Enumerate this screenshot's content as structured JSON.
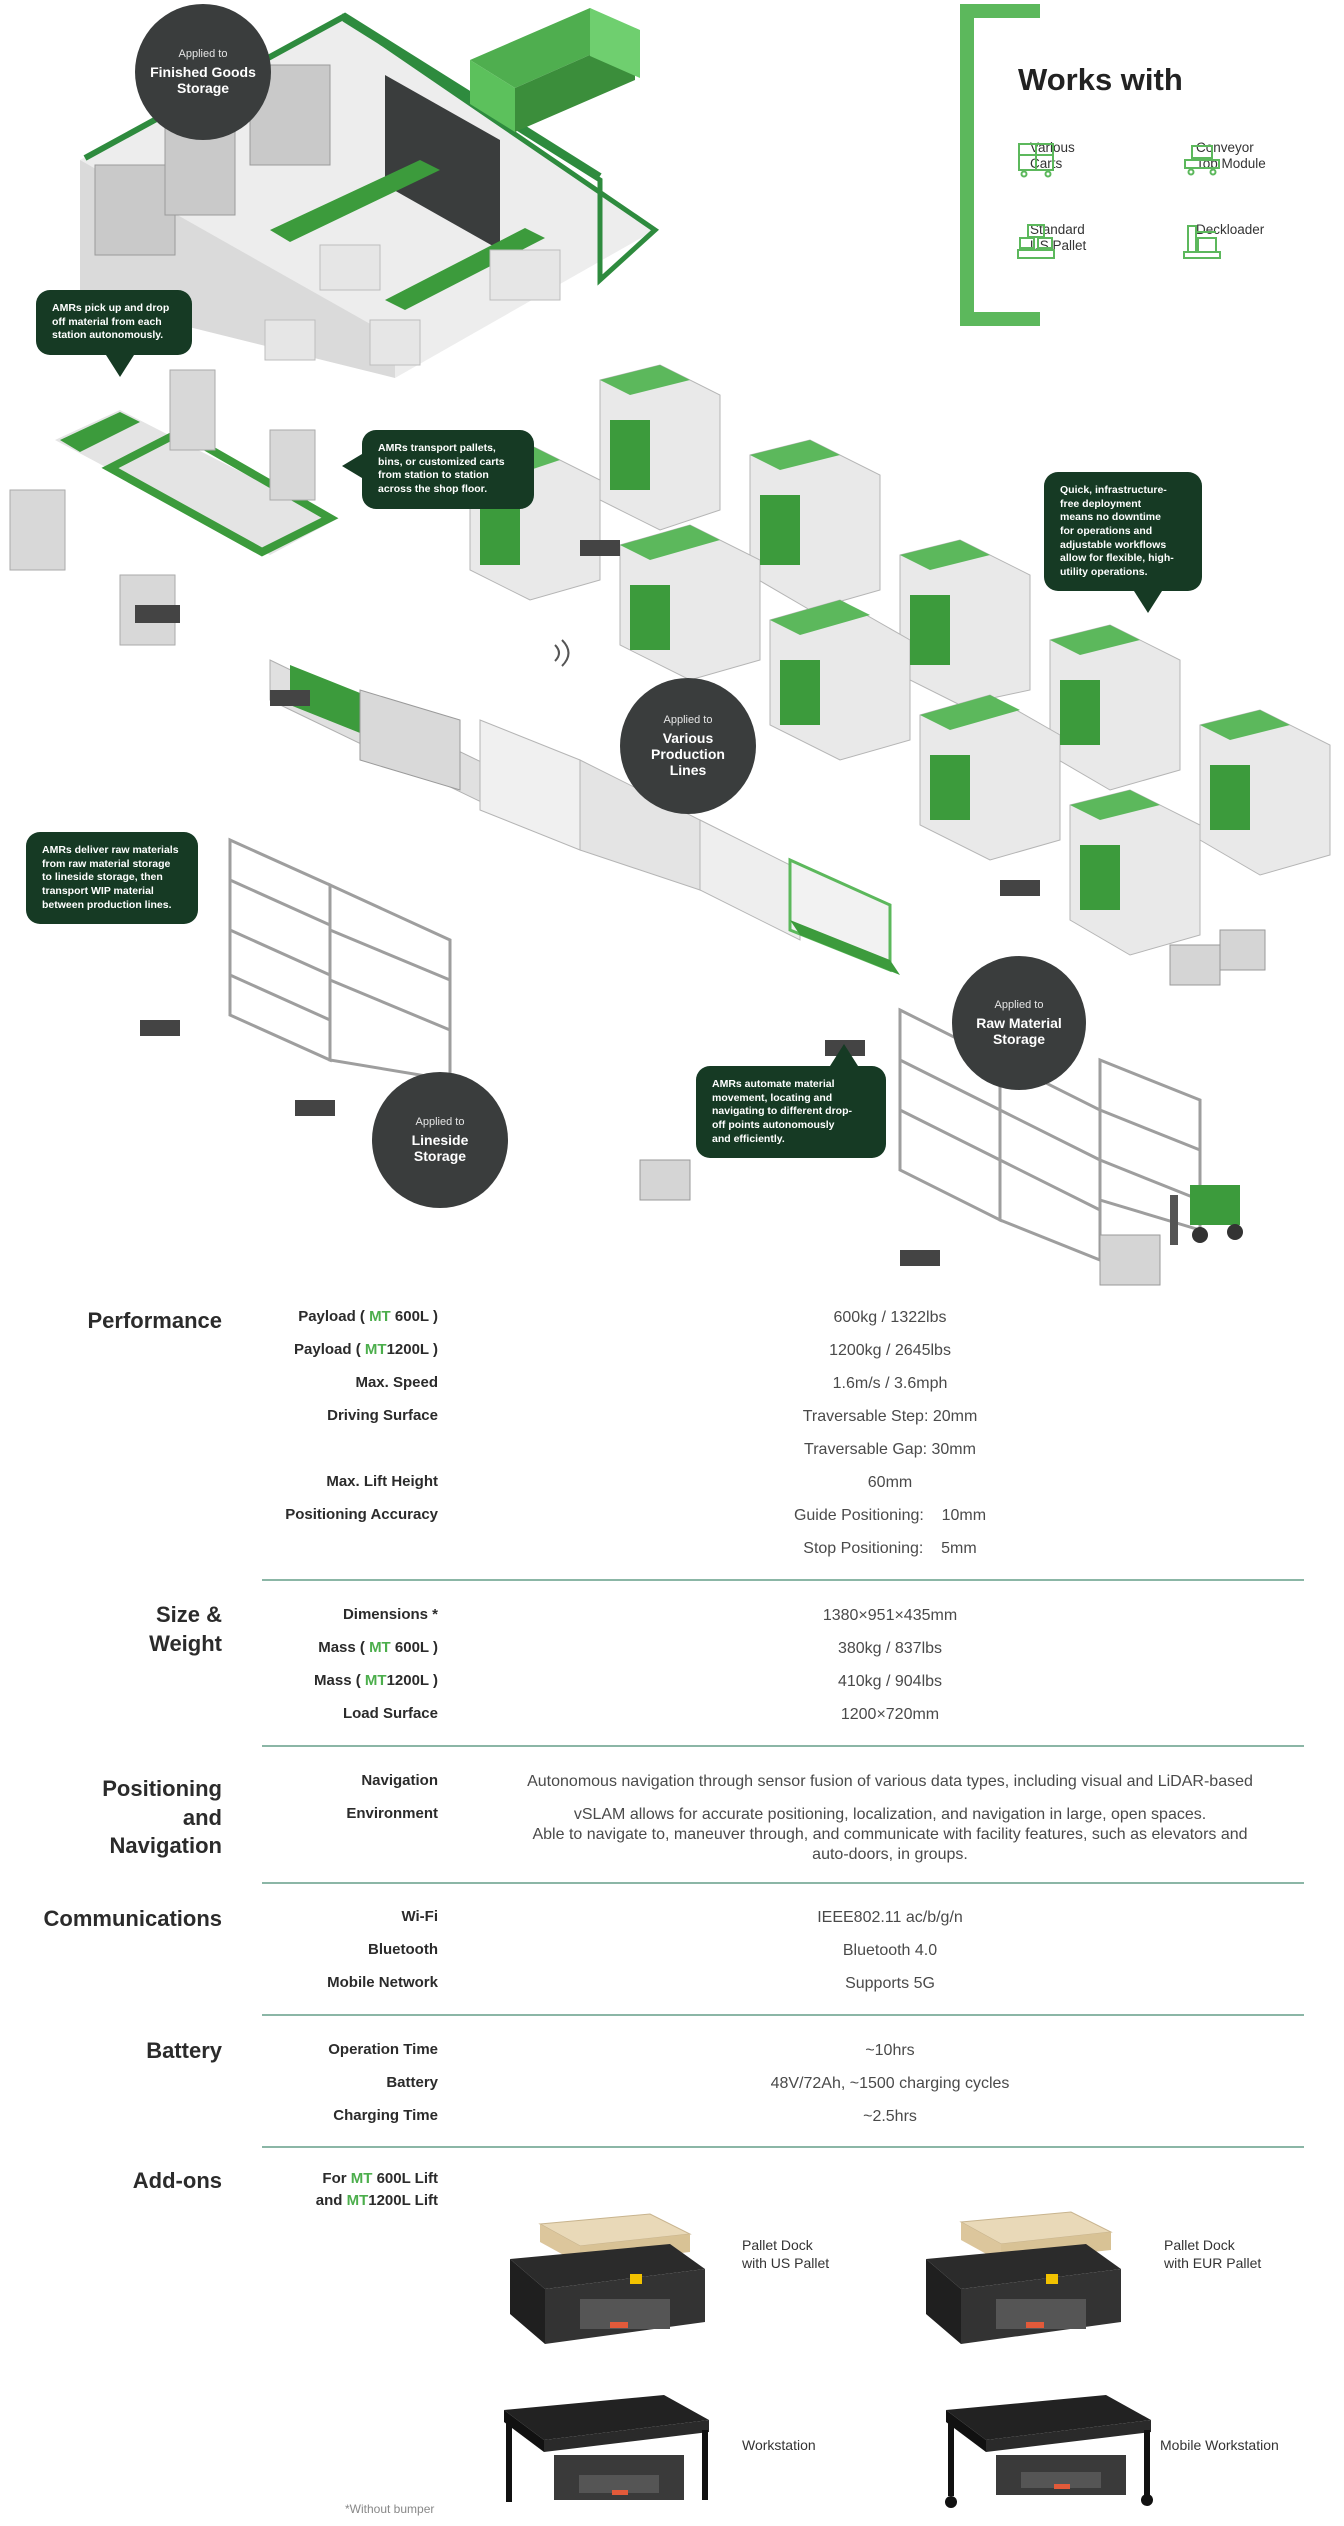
{
  "badges": {
    "finished": {
      "small": "Applied to",
      "large": "Finished Goods\nStorage"
    },
    "production": {
      "small": "Applied to",
      "large": "Various\nProduction\nLines"
    },
    "lineside": {
      "small": "Applied to",
      "large": "Lineside\nStorage"
    },
    "raw": {
      "small": "Applied to",
      "large": "Raw Material\nStorage"
    }
  },
  "bubbles": {
    "pickup": "AMRs pick up and drop\noff material from each\nstation autonomously.",
    "transport": "AMRs transport pallets,\nbins, or customized carts\nfrom station to station\nacross the shop floor.",
    "deployment": "Quick, infrastructure-\nfree deployment\nmeans no downtime\nfor operations and\nadjustable workflows\nallow for flexible, high-\nutility operations.",
    "deliver": "AMRs deliver raw materials\nfrom raw material storage\nto lineside storage, then\ntransport WIP material\nbetween production lines.",
    "automate": "AMRs automate material\nmovement, locating and\nnavigating to different drop-\noff points autonomously\nand efficiently."
  },
  "works_with": {
    "title": "Works with",
    "items": [
      {
        "label": "Various\nCarts",
        "icon": "cart-icon"
      },
      {
        "label": "Conveyor\nTop Module",
        "icon": "conveyor-icon"
      },
      {
        "label": "Standard\nUS Pallet",
        "icon": "pallet-icon"
      },
      {
        "label": "Deckloader",
        "icon": "deckloader-icon"
      }
    ],
    "accent": "#5cb85c"
  },
  "specs": {
    "mt_prefix": "MT",
    "performance": {
      "title": "Performance",
      "payload_600_a": "Payload (",
      "payload_600_b": "600L )",
      "payload_600_value": "600kg / 1322lbs",
      "payload_1200_a": "Payload (",
      "payload_1200_b": "1200L )",
      "payload_1200_value": "1200kg / 2645lbs",
      "speed_label": "Max. Speed",
      "speed_value": "1.6m/s / 3.6mph",
      "driving_label": "Driving Surface",
      "driving_value_1": "Traversable Step: 20mm",
      "driving_value_2": "Traversable Gap: 30mm",
      "lift_label": "Max. Lift Height",
      "lift_value": "60mm",
      "accuracy_label": "Positioning Accuracy",
      "accuracy_value_1": "Guide Positioning:    10mm",
      "accuracy_value_2": "Stop Positioning:    5mm"
    },
    "size": {
      "title": "Size &\nWeight",
      "dimensions_label": "Dimensions *",
      "dimensions_value": "1380×951×435mm",
      "mass_600_a": "Mass (",
      "mass_600_b": "600L )",
      "mass_600_value": "380kg / 837lbs",
      "mass_1200_a": "Mass (",
      "mass_1200_b": "1200L )",
      "mass_1200_value": "410kg / 904lbs",
      "surface_label": "Load Surface",
      "surface_value": "1200×720mm"
    },
    "positioning": {
      "title": "Positioning\nand\nNavigation",
      "navigation_label": "Navigation",
      "navigation_value": "Autonomous navigation through sensor fusion of various data types, including visual and LiDAR-based",
      "environment_label": "Environment",
      "environment_value_1": "vSLAM allows for accurate positioning, localization, and navigation in large, open spaces.",
      "environment_value_2": "Able to navigate to, maneuver through, and communicate with facility features, such as elevators and",
      "environment_value_3": "auto-doors, in groups."
    },
    "communications": {
      "title": "Communications",
      "wifi_label": "Wi-Fi",
      "wifi_value": "IEEE802.11 ac/b/g/n",
      "bluetooth_label": "Bluetooth",
      "bluetooth_value": "Bluetooth 4.0",
      "mobile_label": "Mobile Network",
      "mobile_value": "Supports 5G"
    },
    "battery": {
      "title": "Battery",
      "operation_label": "Operation Time",
      "operation_value": "~10hrs",
      "battery_label": "Battery",
      "battery_value": "48V/72Ah, ~1500 charging cycles",
      "charging_label": "Charging Time",
      "charging_value": "~2.5hrs"
    }
  },
  "addons": {
    "title": "Add-ons",
    "for_a": "For",
    "for_b": "600L  Lift",
    "and_a": "and",
    "and_b": "1200L  Lift",
    "products": [
      {
        "label": "Pallet Dock\nwith US Pallet"
      },
      {
        "label": "Pallet Dock\nwith EUR Pallet"
      },
      {
        "label": "Workstation"
      },
      {
        "label": "Mobile Workstation"
      }
    ],
    "footnote": "*Without bumper"
  }
}
